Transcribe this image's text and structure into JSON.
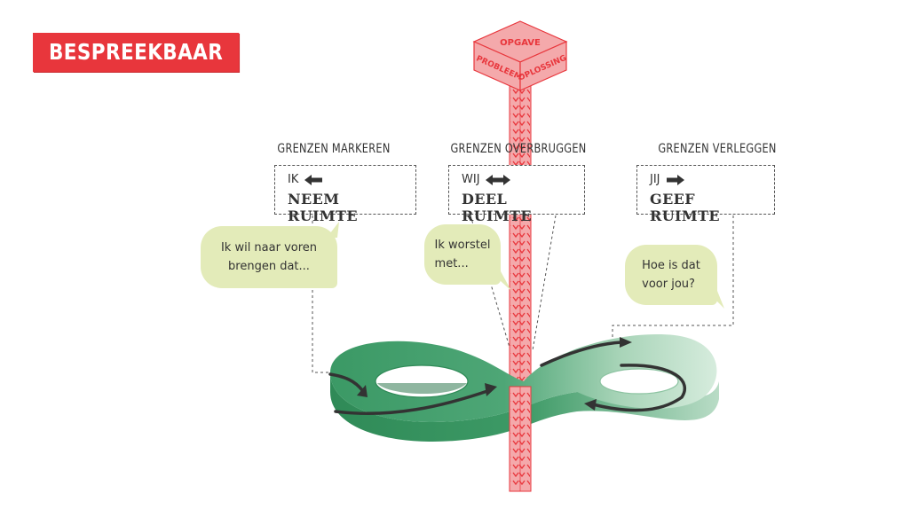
{
  "title": "BESPREEKBAAR MAKEN",
  "pillar": {
    "top_label": "OPGAVE",
    "left_label": "PROBLEEM",
    "right_label": "OPLOSSING"
  },
  "columns": [
    {
      "heading": "GRENZEN MARKEREN",
      "pronoun": "IK",
      "arrow": "left-arrow-icon",
      "action": "NEEM RUIMTE"
    },
    {
      "heading": "GRENZEN OVERBRUGGEN",
      "pronoun": "WIJ",
      "arrow": "double-arrow-icon",
      "action": "DEEL RUIMTE"
    },
    {
      "heading": "GRENZEN VERLEGGEN",
      "pronoun": "JIJ",
      "arrow": "right-arrow-icon",
      "action": "GEEF RUIMTE"
    }
  ],
  "bubbles": [
    {
      "line1": "Ik wil naar voren",
      "line2": "brengen dat..."
    },
    {
      "line1": "Ik worstel",
      "line2": "met..."
    },
    {
      "line1": "Hoe is dat",
      "line2": "voor jou?"
    }
  ],
  "colors": {
    "banner": "#e8363c",
    "pillar": "#f4a9ab",
    "pillar_stroke": "#e8363c",
    "loop_dark": "#2f8a57",
    "loop_light": "#cde8d6",
    "bubble": "#e3ebb9",
    "text": "#333333"
  }
}
